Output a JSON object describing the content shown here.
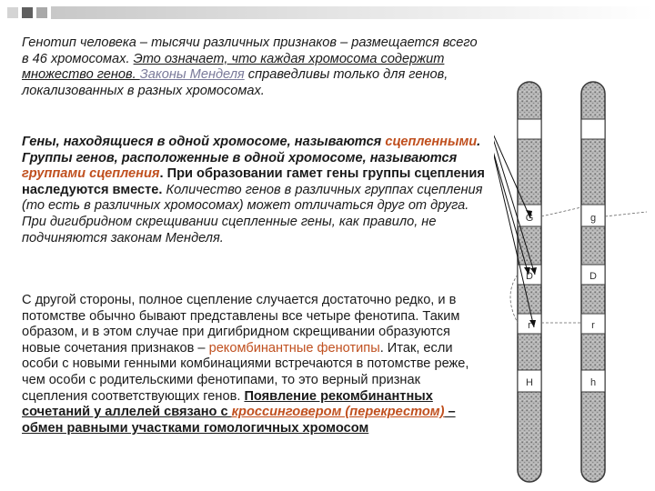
{
  "colors": {
    "text": "#1a1a1a",
    "accent": "#c0501f",
    "link": "#7a7a9a"
  },
  "p1": {
    "text1": "Генотип человека – тысячи различных признаков – размещается всего в 46 хромосомах. ",
    "text2": "Это означает, что каждая хромосома содержит множество генов. ",
    "link1": "Законы Менделя",
    "text3": " справедливы только для генов, локализованных в разных хромосомах."
  },
  "p2": {
    "s1": "Гены, находящиеся в одной хромосоме, называются ",
    "s2": "сцепленными",
    "s3": ". Группы генов, расположенные в одной хромосоме, называются ",
    "s4": "группами сцепления",
    "s5": ". При образовании гамет гены группы сцепления наследуются вместе. ",
    "s6": "Количество генов в различных группах сцепления (то есть в различных хромосомах) может отличаться друг от друга. При дигибридном скрещивании сцепленные гены, как правило, не подчиняются законам Менделя."
  },
  "p3": {
    "s1": "С другой стороны, полное сцепление случается достаточно редко, и в потомстве обычно бывают представлены все четыре фенотипа. Таким образом, и в этом случае при дигибридном скрещивании образуются новые сочетания признаков – ",
    "s2": "рекомбинантные фенотипы",
    "s3": ". Итак, если особи с новыми генными комбинациями встречаются в потомстве реже, чем особи с родительскими фенотипами, то это верный признак сцепления соответствующих генов. ",
    "s4": "Появление рекомбинантных сочетаний у аллелей связано с ",
    "s5": "кроссинговером (перекрестом)",
    "s6": " – обмен равными участками гомологичных хромосом"
  },
  "figure": {
    "left_labels": [
      "G",
      "D",
      "r",
      "H"
    ],
    "right_labels": [
      "g",
      "D",
      "r",
      "h"
    ]
  }
}
